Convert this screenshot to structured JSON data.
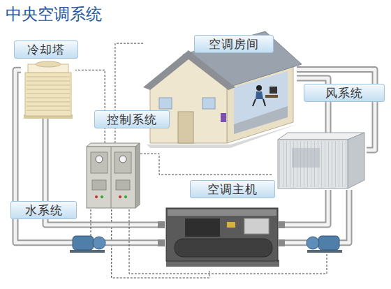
{
  "diagram": {
    "title": "中央空调系统",
    "nodes": [
      {
        "text": [
          "冷却塔"
        ]
      },
      {
        "text": [
          "空调房间"
        ]
      },
      {
        "text": [
          "风系统"
        ]
      },
      {
        "text": [
          "控制系统"
        ]
      },
      {
        "text": [
          "空调主机"
        ]
      },
      {
        "text": [
          "水系统"
        ]
      }
    ],
    "edges": [
      {
        "from": 3,
        "to": 0,
        "arrow": "none"
      },
      {
        "from": 3,
        "to": 1,
        "arrow": "none"
      },
      {
        "from": 3,
        "to": 2,
        "arrow": "none"
      },
      {
        "from": 3,
        "to": 4,
        "arrow": "none"
      },
      {
        "from": 0,
        "to": 4,
        "arrow": "none"
      },
      {
        "from": 4,
        "to": 2,
        "arrow": "none"
      },
      {
        "from": 2,
        "to": 1,
        "arrow": "none"
      }
    ]
  }
}
